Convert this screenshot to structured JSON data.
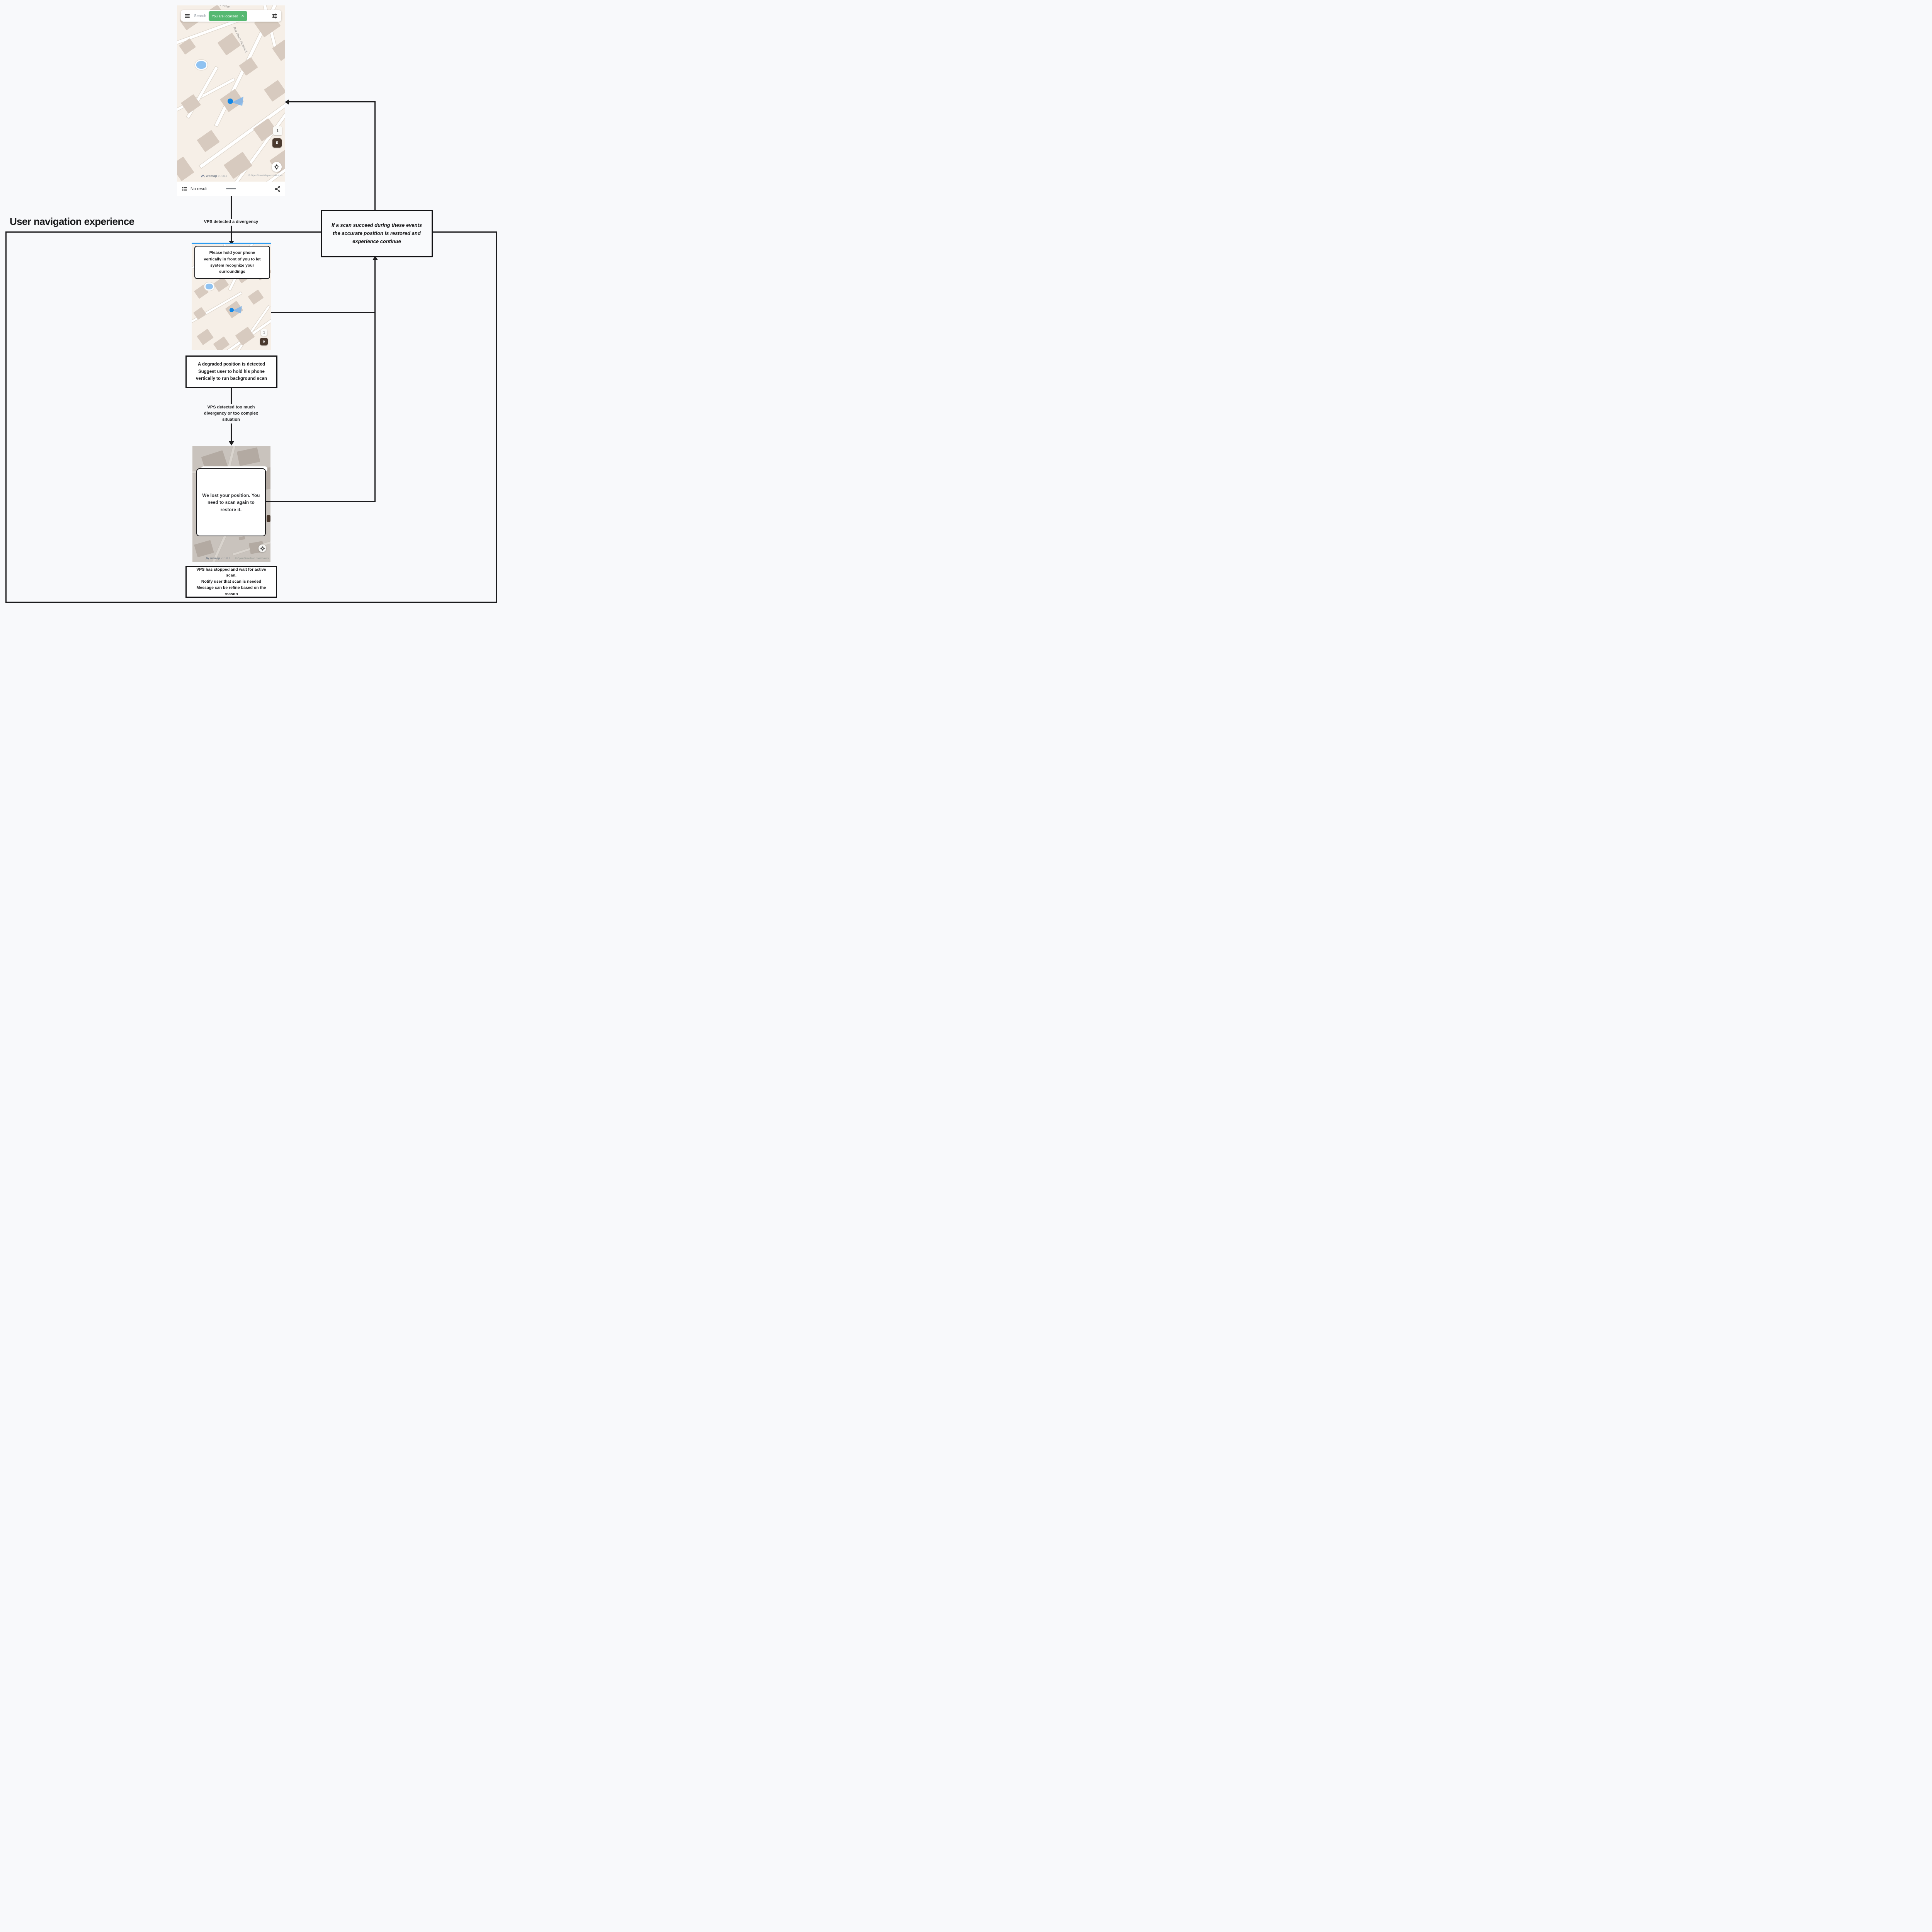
{
  "title": "User navigation experience",
  "colors": {
    "localized_chip_green": "#55b871",
    "location_dot_blue": "#1086e6",
    "floor_selected_dark": "#4a392e",
    "map_land_beige": "#f6efe7",
    "map_land_gray": "#c9c3bd"
  },
  "phone1": {
    "search": {
      "placeholder": "Search",
      "chip": "You are localized",
      "close_icon": "✕"
    },
    "streets": {
      "avenue": "Avenue",
      "rue": "Rue Albert Jacquard"
    },
    "floors": {
      "upper": "1",
      "ground": "0"
    },
    "attribution": {
      "brand": "wemap",
      "version": "v1.102.2",
      "osm": "© OpenStreetMap contributors"
    },
    "results": {
      "label": "No result"
    }
  },
  "flow": {
    "label_divergency": "VPS detected a divergency",
    "label_too_much": "VPS detected too much\ndivergency or too complex\nsituation"
  },
  "phone2": {
    "message": "Please hold your phone\nvertically in front of you to let\nsystem recognize your\nsurroundings",
    "floors": {
      "upper": "1",
      "ground": "0"
    }
  },
  "box_degraded": {
    "text": "A degraded position is detected\nSuggest user to hold his phone\nvertically to run background scan"
  },
  "phone3": {
    "modal": "We lost your position. You\nneed to scan again to\nrestore it.",
    "attribution": {
      "brand": "wemap",
      "version": "v1.102.2",
      "osm": "© OpenStreetMap contributors"
    }
  },
  "box_stopped": {
    "text": "VPS has stopped and wait for active\nscan.\nNotify user that scan is needed\nMessage can be refine based on the\nreason"
  },
  "box_success": {
    "text": "If a scan succeed during these events\nthe accurate position is restored and\nexperience continue"
  }
}
